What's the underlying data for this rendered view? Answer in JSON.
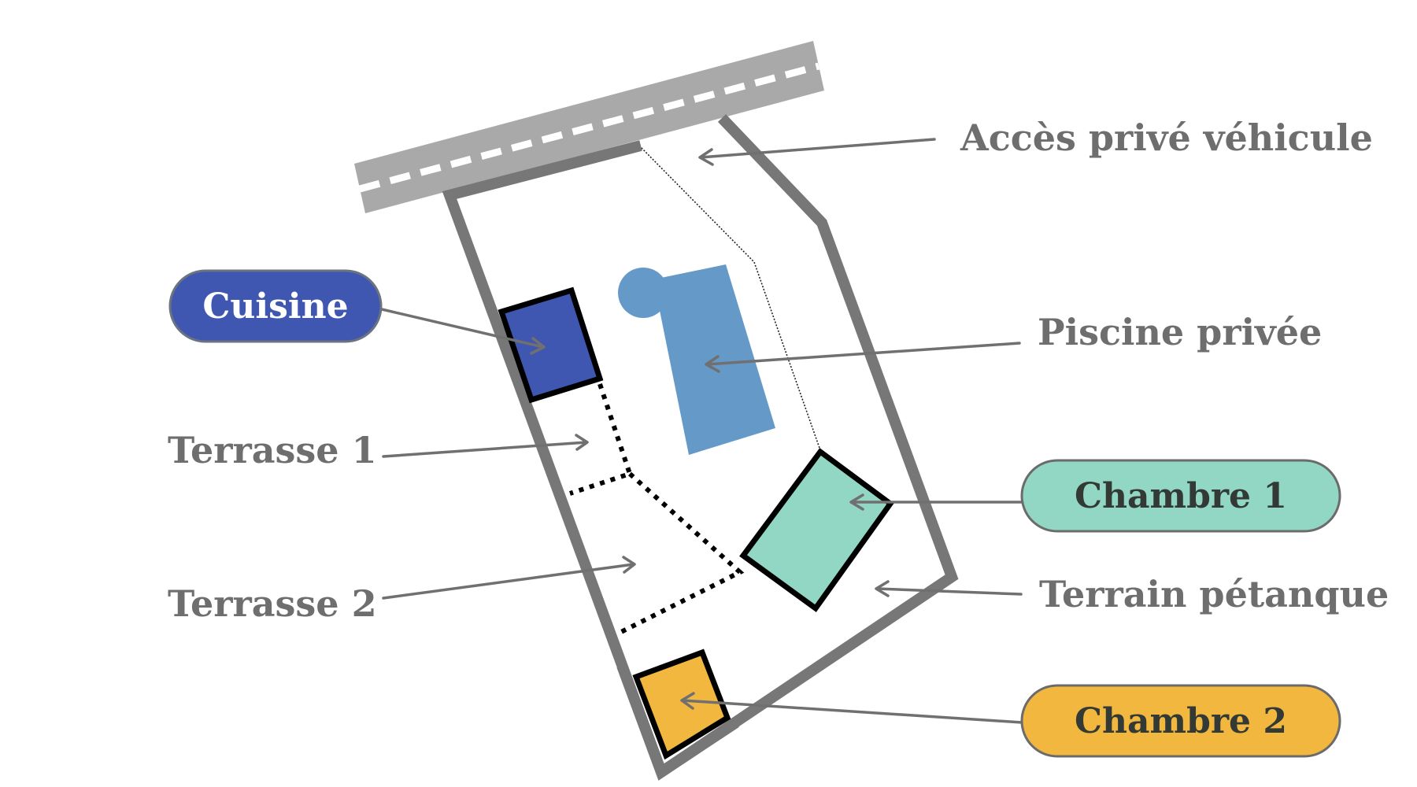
{
  "diagram": {
    "title": "Plan de la propriété",
    "labels": {
      "access": "Accès privé véhicule",
      "pool": "Piscine privée",
      "terrace1": "Terrasse 1",
      "terrace2": "Terrasse 2",
      "petanque": "Terrain pétanque"
    },
    "pills": {
      "kitchen": "Cuisine",
      "bedroom1": "Chambre 1",
      "bedroom2": "Chambre 2"
    },
    "colors": {
      "kitchen": "#3f57b0",
      "pool": "#6599c8",
      "bedroom1": "#92d7c3",
      "bedroom2": "#f2b73f",
      "road": "#a9a9a9",
      "boundary": "#777777",
      "label_text": "#6e6e6e",
      "pill_dark_text": "#333a36",
      "pill_light_text": "#ffffff"
    }
  }
}
